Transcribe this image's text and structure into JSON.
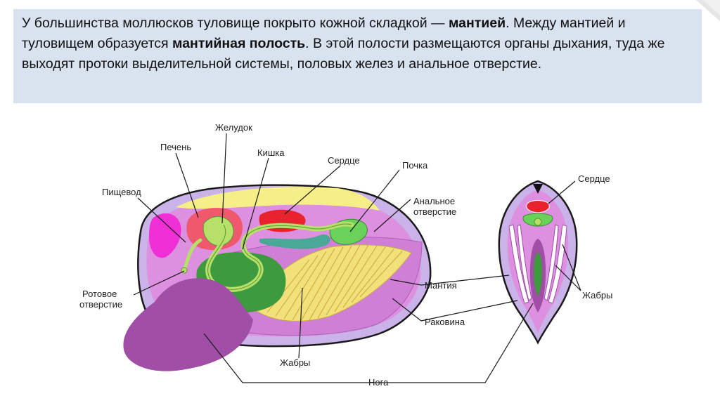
{
  "intro": {
    "part1": "У большинства моллюсков туловище покрыто кожной складкой — ",
    "bold1": "мантией",
    "part2": ". Между мантией и туловищем образуется ",
    "bold2": "мантийная полость",
    "part3": ". В этой полости размещаются органы дыхания, туда же выходят протоки выделительной системы, половых желез и анальное отверстие."
  },
  "labels": {
    "stomach": "Желудок",
    "liver": "Печень",
    "intestine": "Кишка",
    "heart": "Сердце",
    "kidney": "Почка",
    "esophagus": "Пищевод",
    "anus_line1": "Анальное",
    "anus_line2": "отверстие",
    "mouth_line1": "Ротовое",
    "mouth_line2": "отверстие",
    "mantle": "Мантия",
    "shell": "Раковина",
    "gills": "Жабры",
    "foot": "Нога",
    "heart_cross": "Сердце",
    "gills_cross": "Жабры"
  },
  "colors": {
    "text_box_bg": "#d9e2ef",
    "shell": "#c9b3e8",
    "body": "#dd8fe0",
    "mantle": "#cf7fd6",
    "foot": "#a04ea6",
    "liver": "#f0586e",
    "stomach": "#3e9a3e",
    "intestine": "#b6e06a",
    "heart": "#e8232e",
    "kidney": "#6ad15a",
    "gills": "#f2e07a",
    "gland": "#f02fd6",
    "top_yellow": "#f6ee86"
  }
}
